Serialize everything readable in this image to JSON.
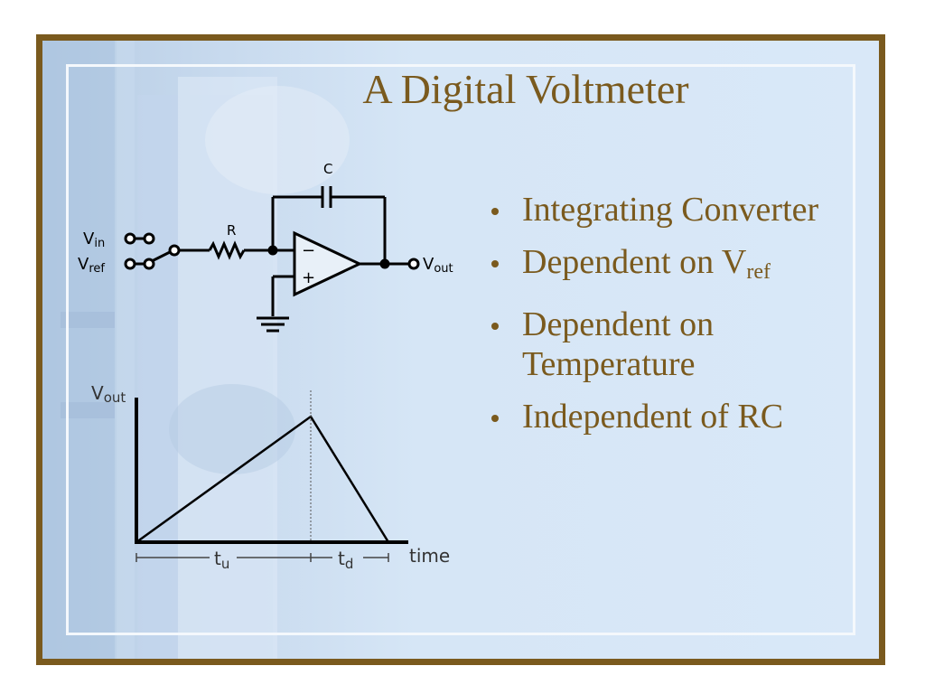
{
  "slide": {
    "title": "A Digital Voltmeter",
    "bullets": [
      {
        "main": "Integrating Converter",
        "sub": ""
      },
      {
        "main": "Dependent on V",
        "sub": "ref"
      },
      {
        "main": "Dependent on Temperature",
        "sub": ""
      },
      {
        "main": "Independent of RC",
        "sub": ""
      }
    ]
  },
  "circuit": {
    "capacitor_label": "C",
    "resistor_label": "R",
    "vin_label": "V",
    "vin_sub": "in",
    "vref_label": "V",
    "vref_sub": "ref",
    "vout_label": "V",
    "vout_sub": "out",
    "minus_sign": "−",
    "plus_sign": "+"
  },
  "graph": {
    "y_label": "V",
    "y_sub": "out",
    "x_label": "time",
    "tu_label": "t",
    "tu_sub": "u",
    "td_label": "t",
    "td_sub": "d"
  },
  "colors": {
    "frame": "#7a5a1e",
    "text": "#7a5a1e",
    "background": "#d6e6f6"
  }
}
